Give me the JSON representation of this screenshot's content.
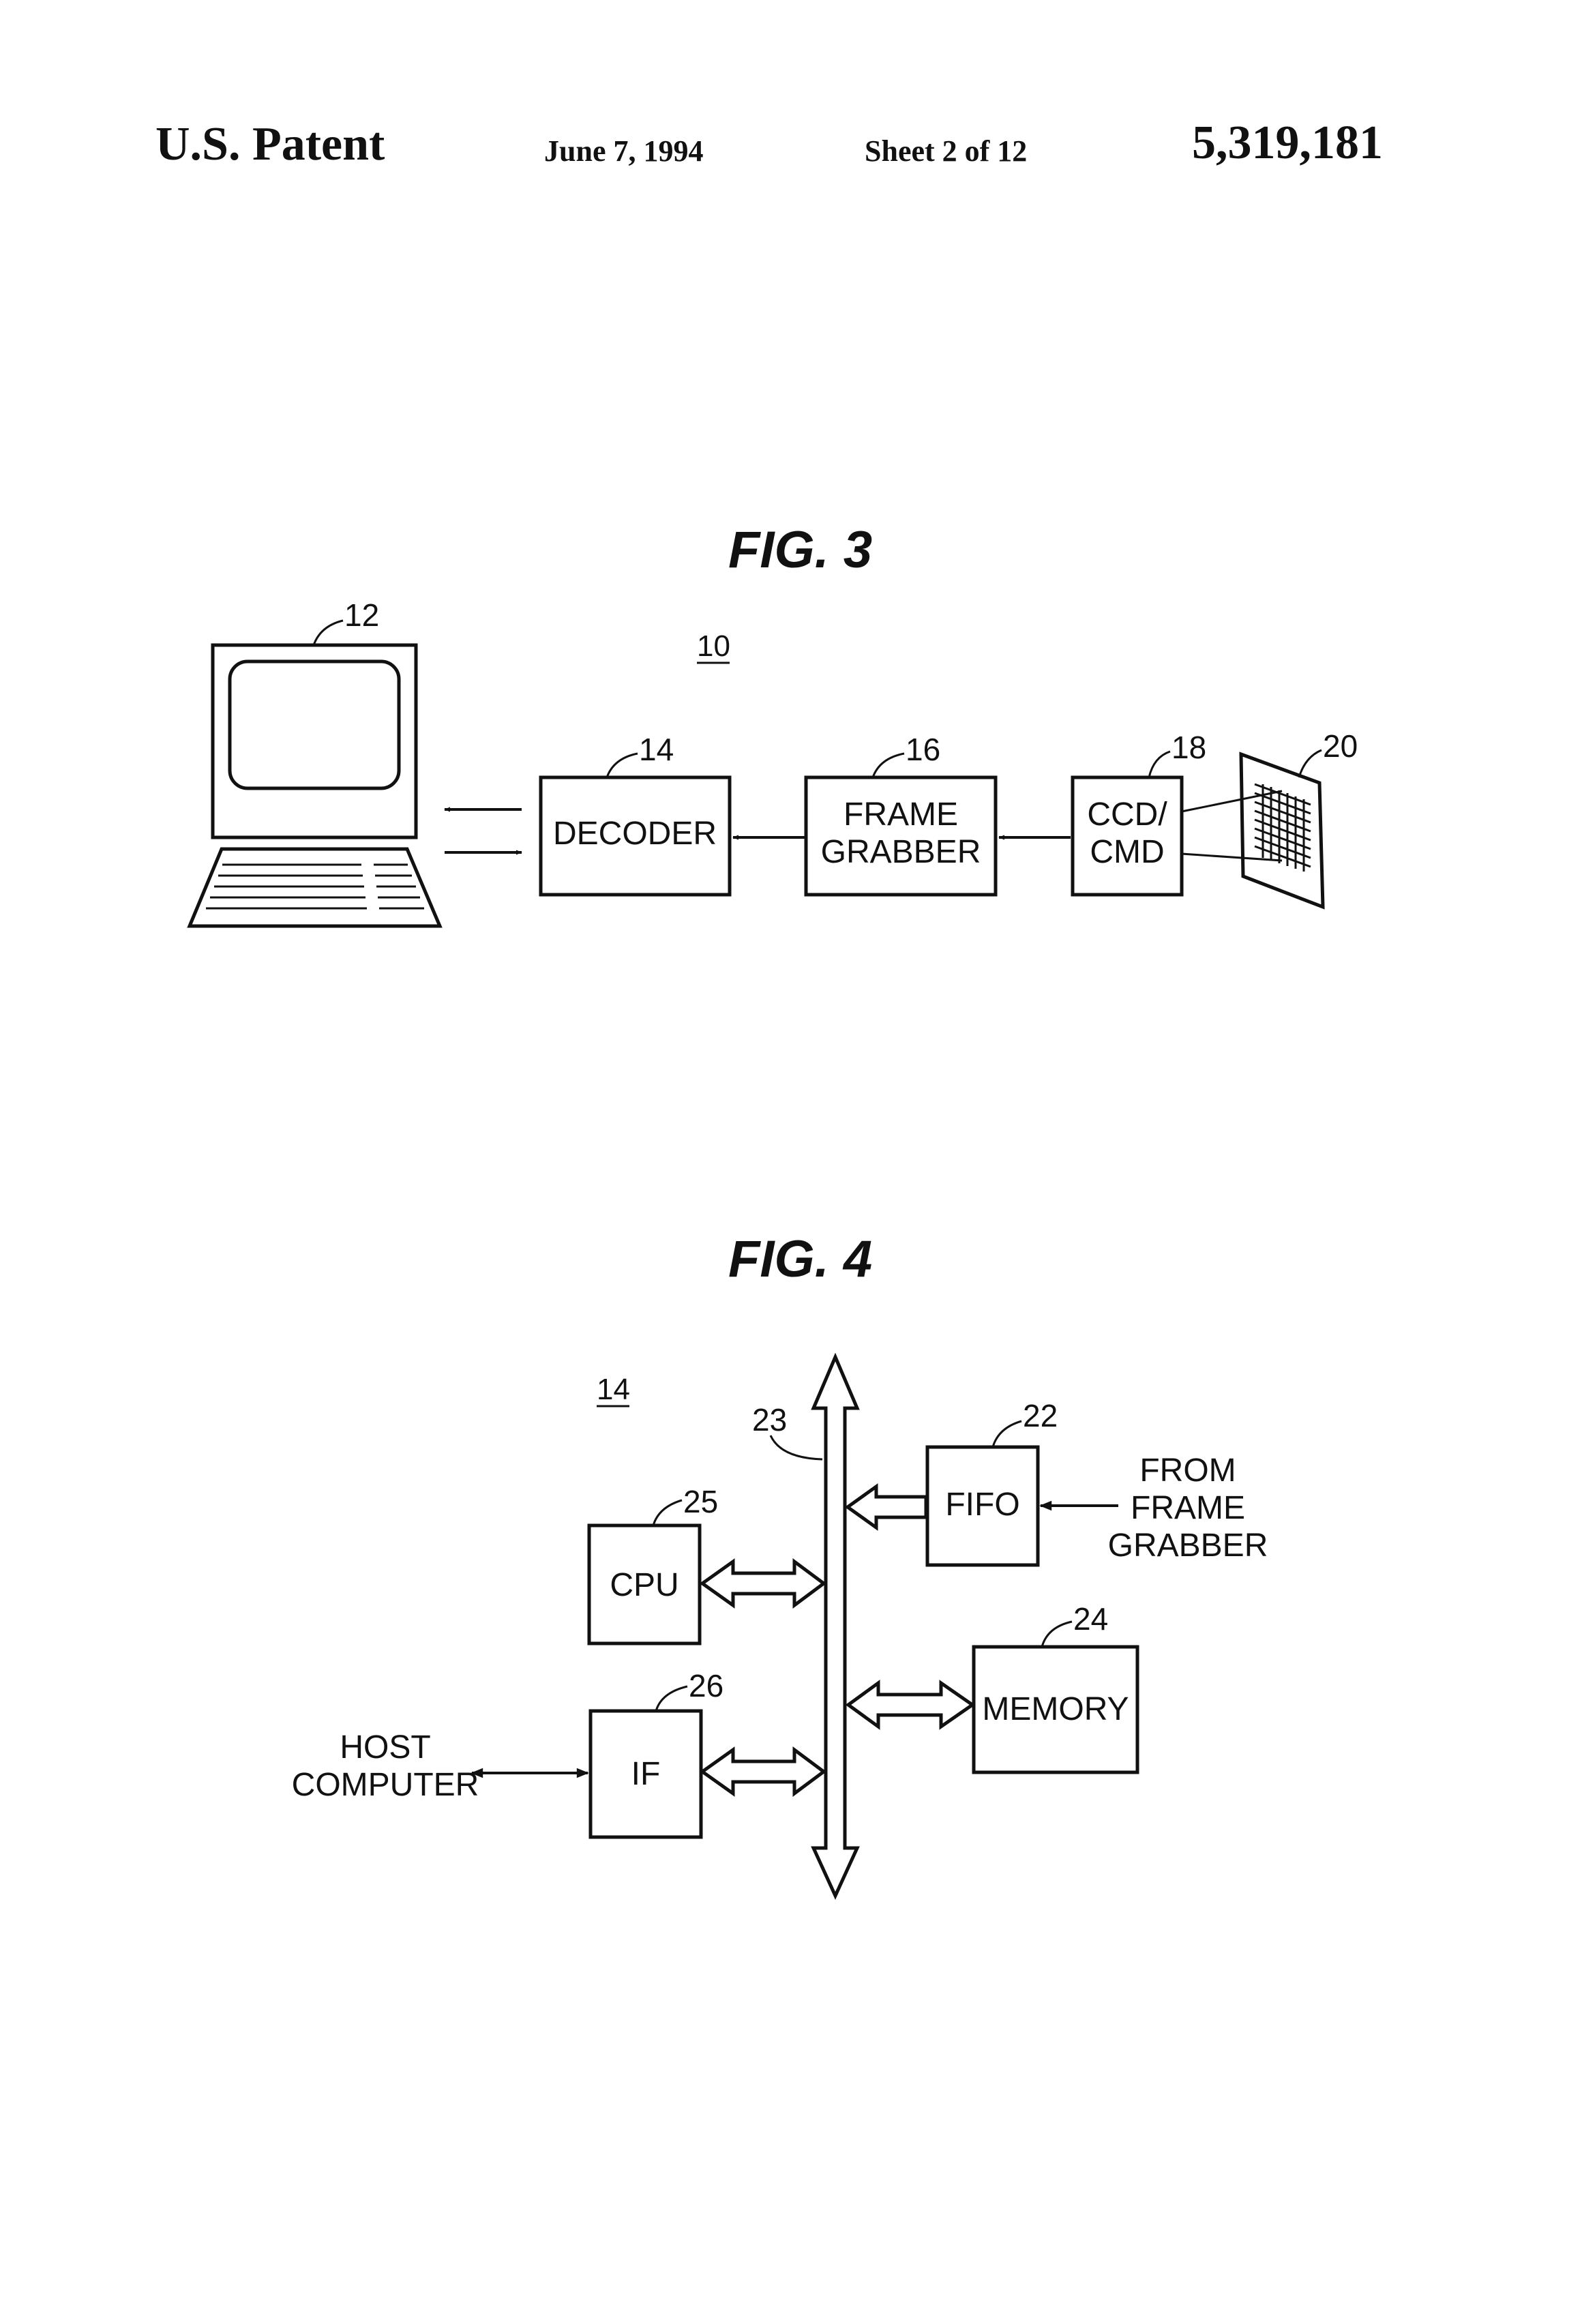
{
  "header": {
    "patent_label": "U.S. Patent",
    "date": "June 7, 1994",
    "sheet": "Sheet 2 of 12",
    "patent_number": "5,319,181"
  },
  "fig3": {
    "title": "FIG. 3",
    "system_ref": "10",
    "computer_ref": "12",
    "decoder": {
      "ref": "14",
      "label": "DECODER"
    },
    "frame_grabber": {
      "ref": "16",
      "line1": "FRAME",
      "line2": "GRABBER"
    },
    "sensor": {
      "ref": "18",
      "line1": "CCD/",
      "line2": "CMD"
    },
    "symbol_ref": "20"
  },
  "fig4": {
    "title": "FIG. 4",
    "decoder_ref": "14",
    "bus_ref": "23",
    "fifo": {
      "ref": "22",
      "label": "FIFO"
    },
    "from_frame_grabber": [
      "FROM",
      "FRAME",
      "GRABBER"
    ],
    "cpu": {
      "ref": "25",
      "label": "CPU"
    },
    "memory": {
      "ref": "24",
      "label": "MEMORY"
    },
    "interface": {
      "ref": "26",
      "label": "IF"
    },
    "host_computer": [
      "HOST",
      "COMPUTER"
    ]
  }
}
